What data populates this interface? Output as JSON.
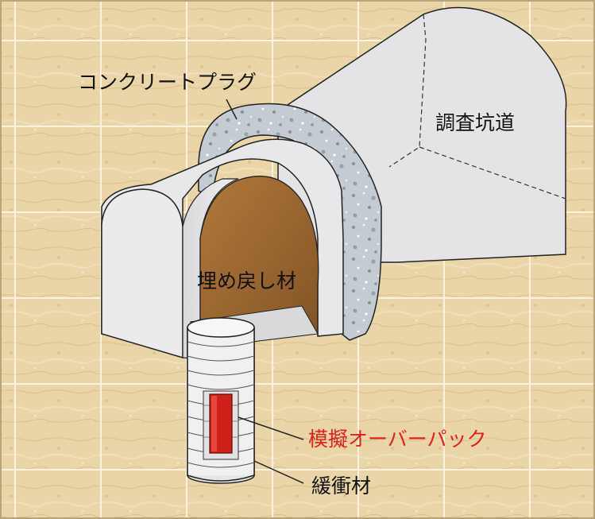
{
  "labels": {
    "concrete_plug": "コンクリートプラグ",
    "survey_tunnel": "調査坑道",
    "backfill": "埋め戻し材",
    "overpack": "模擬オーバーパック",
    "buffer": "緩衝材"
  },
  "colors": {
    "ground": "#ead5a8",
    "grid": "#fbf3e0",
    "tunnel": "#e4e4e6",
    "concrete": "#c7cdd3",
    "backfill": "#9c6a33",
    "overpack": "#d0201a",
    "buffer": "#eeeeee",
    "red_label": "#e0201a"
  }
}
